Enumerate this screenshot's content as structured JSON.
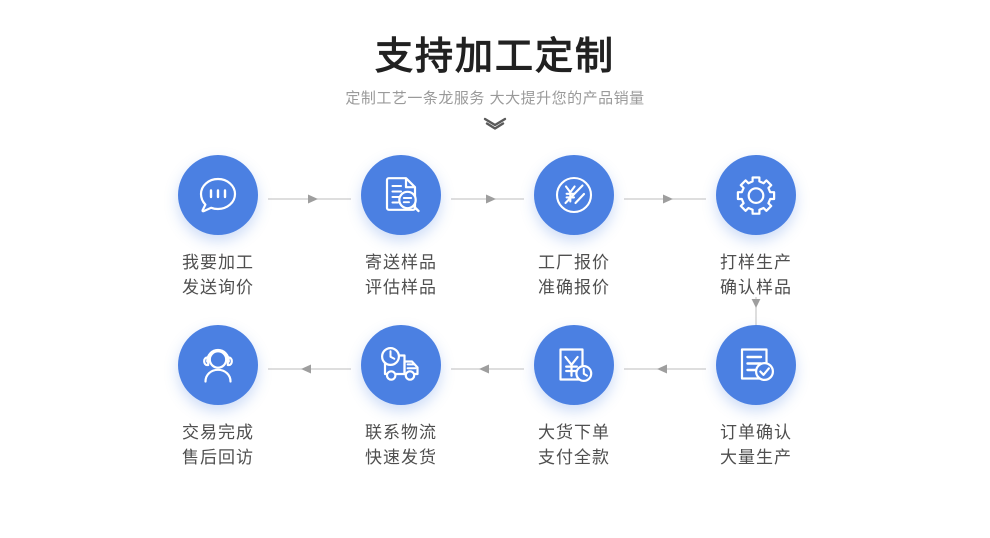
{
  "header": {
    "title": "支持加工定制",
    "subtitle": "定制工艺一条龙服务  大大提升您的产品销量",
    "chevron_icon": "double-chevron-down-icon"
  },
  "theme": {
    "accent": "#4b80e2",
    "title_color": "#212121",
    "subtitle_color": "#9a9a9a",
    "caption_color": "#4f4f4f",
    "connector_color": "#b7b7b7",
    "background": "#ffffff"
  },
  "flow": {
    "row1": {
      "direction": "left-to-right",
      "steps": [
        {
          "id": "inquiry",
          "icon": "chat-bubble-icon",
          "line1": "我要加工",
          "line2": "发送询价"
        },
        {
          "id": "sample",
          "icon": "document-search-icon",
          "line1": "寄送样品",
          "line2": "评估样品"
        },
        {
          "id": "quote",
          "icon": "yuan-price-circle-icon",
          "line1": "工厂报价",
          "line2": "准确报价"
        },
        {
          "id": "prototype",
          "icon": "gear-icon",
          "line1": "打样生产",
          "line2": "确认样品"
        }
      ]
    },
    "row2": {
      "direction": "right-to-left",
      "steps": [
        {
          "id": "aftersales",
          "icon": "headset-support-icon",
          "line1": "交易完成",
          "line2": "售后回访"
        },
        {
          "id": "logistics",
          "icon": "delivery-truck-clock-icon",
          "line1": "联系物流",
          "line2": "快速发货"
        },
        {
          "id": "bulkorder",
          "icon": "yuan-invoice-clock-icon",
          "line1": "大货下单",
          "line2": "支付全款"
        },
        {
          "id": "confirm",
          "icon": "document-check-icon",
          "line1": "订单确认",
          "line2": "大量生产"
        }
      ]
    },
    "connectors": {
      "row1_arrows": "arrow-right-icon",
      "row2_arrows": "arrow-left-icon",
      "vertical": "arrow-down-icon"
    }
  }
}
